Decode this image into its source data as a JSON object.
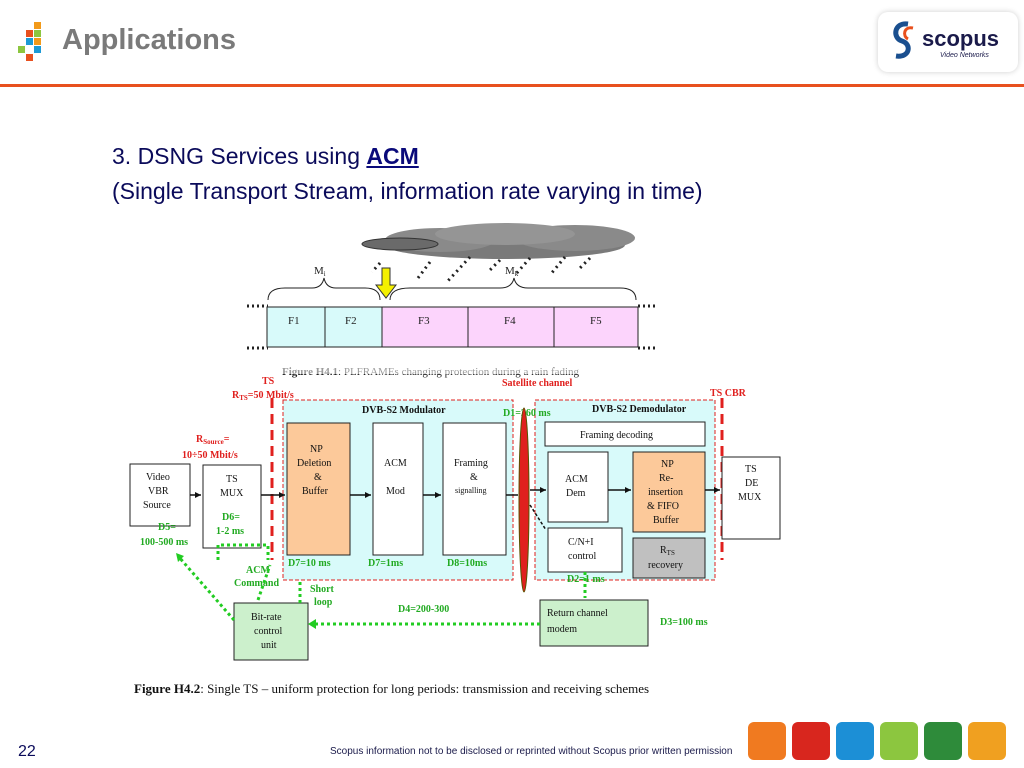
{
  "header": {
    "title": "Applications",
    "logo_text": "scopus",
    "logo_subtext": "Video Networks"
  },
  "heading": {
    "line1_prefix": "3. DSNG Services using ",
    "line1_emph": "ACM",
    "line2": "(Single Transport Stream, information rate varying in time)"
  },
  "figure1": {
    "frames": [
      "F1",
      "F2",
      "F3",
      "F4",
      "F5"
    ],
    "m_left": "M",
    "m_left_sub": "i",
    "m_right": "M",
    "m_right_sub": "k",
    "caption_bold": "Figure H4.1",
    "caption_rest": ": PLFRAMEs changing protection during a rain fading"
  },
  "figure2": {
    "ts_label": "TS",
    "rts_label_r": "R",
    "rts_label_sub": "TS",
    "rts_label_rest": "=50 Mbit/s",
    "sat_label": "Satellite channel",
    "ts_cbr": "TS CBR",
    "modulator_title": "DVB-S2 Modulator",
    "demodulator_title": "DVB-S2 Demodulator",
    "d1": "D1=260 ms",
    "rsource_r": "R",
    "rsource_sub": "Source",
    "rsource_eq": "=",
    "rsource_val": "10÷50 Mbit/s",
    "video_source": [
      "Video",
      "VBR",
      "Source"
    ],
    "ts_mux": [
      "TS",
      "MUX"
    ],
    "d6": [
      "D6=",
      "1-2 ms"
    ],
    "d5": [
      "D5=",
      "100-500 ms"
    ],
    "np_deletion": [
      "NP",
      "Deletion",
      "&",
      "Buffer"
    ],
    "acm_mod": [
      "ACM",
      "",
      "Mod"
    ],
    "framing": [
      "Framing",
      "&",
      "signalling"
    ],
    "framing_decoding": "Framing decoding",
    "acm_dem": [
      "ACM",
      "Dem"
    ],
    "np_reinsertion": [
      "NP",
      "Re-",
      "insertion",
      "& FIFO",
      "Buffer"
    ],
    "ts_demux": [
      "TS",
      "DE",
      "MUX"
    ],
    "cn_control": [
      "C/N+I",
      "control"
    ],
    "rts_recovery_r": "R",
    "rts_recovery_sub": "TS",
    "rts_recovery": "recovery",
    "d7": "D7=10 ms",
    "d7b": "D7=1ms",
    "d8": "D8=10ms",
    "d2": "D2=1 ms",
    "acm_command": [
      "ACM",
      "Command"
    ],
    "short_loop": [
      "Short",
      "loop"
    ],
    "d4": "D4=200-300",
    "bitrate_unit": [
      "Bit-rate",
      "control",
      "unit"
    ],
    "return_modem": [
      "Return channel",
      "modem"
    ],
    "d3": "D3=100 ms",
    "caption_bold": "Figure H4.2",
    "caption_rest": ": Single TS – uniform protection for long periods: transmission and receiving schemes"
  },
  "footer": {
    "page_number": "22",
    "notice": "Scopus information not to be disclosed or reprinted without Scopus prior written permission"
  },
  "colors": {
    "accent": "#e8501e",
    "np_fill": "#fcc99a",
    "cyan_region": "#d8fafa",
    "magenta_frames": "#fcd4fc",
    "green_box": "#ccf0cc",
    "gray_box": "#c0c0c0",
    "red": "#e0201e",
    "green_line": "#22cc22"
  },
  "icons": [
    "satellite-icon",
    "network-icon",
    "cloud-icon",
    "antenna-icon",
    "mobile-phone-icon",
    "email-icon"
  ]
}
